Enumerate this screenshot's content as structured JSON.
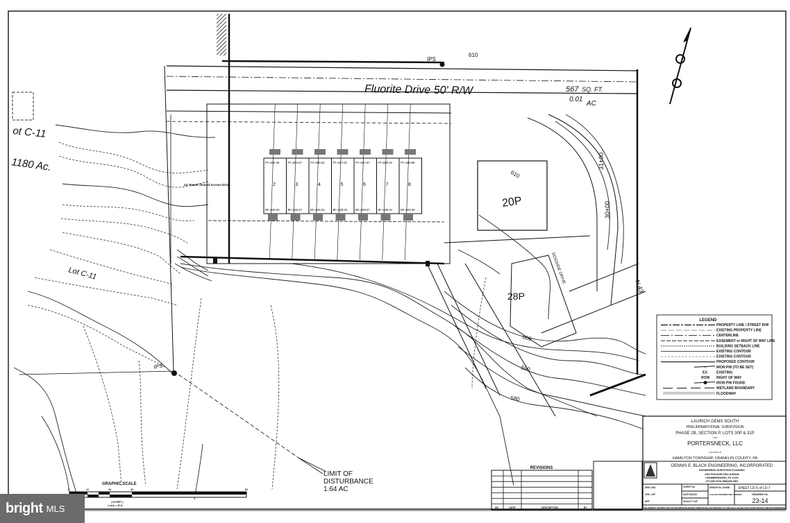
{
  "plan": {
    "street_label": "Fluorite Drive 50' R/W",
    "lot_c11_top": "ot C-11",
    "lot_c11_area": "1180 Ac.",
    "lot_c11_lower": "Lot C-11",
    "ips_label_top": "IPS",
    "ips_label_bottom": "IPS",
    "contour_610_top": "610",
    "contour_610_right": "610",
    "contour_600": "600",
    "contour_590": "590",
    "contour_580": "580",
    "parcel_20p": "20P",
    "parcel_28p": "28P",
    "drive_label": "DOGSIDE DRIVE",
    "station_1": "30+00",
    "station_2": "31+00",
    "bearing_label": "N 43",
    "area_label_1": "567",
    "area_label_2": "SQ. FT.",
    "area_label_3": "0.01",
    "area_label_4": "AC",
    "limit_line1": "LIMIT OF",
    "limit_line2": "DISTURBANCE",
    "limit_line3": "1.64 AC",
    "shared_drive": "24' Paved Shared Access Drive",
    "lots": [
      {
        "num": "2",
        "ff": "FF=604.00",
        "bf": "BF=595.00"
      },
      {
        "num": "3",
        "ff": "FF=604.67",
        "bf": "BF=596.67"
      },
      {
        "num": "4",
        "ff": "FF=605.84",
        "bf": "BF=596.84"
      },
      {
        "num": "5",
        "ff": "FF=607.00",
        "bf": "BF=598.00"
      },
      {
        "num": "6",
        "ff": "FF=607.67",
        "bf": "BF=598.67"
      },
      {
        "num": "7",
        "ff": "FF=608.34",
        "bf": "BF=599.34"
      },
      {
        "num": "8",
        "ff": "FF=609.88",
        "bf": "BF=600.68"
      }
    ]
  },
  "graphic_scale": {
    "title": "GRAPHIC SCALE",
    "ticks": [
      "0",
      "10",
      "20",
      "40",
      "80"
    ],
    "unit": "( IN FEET )",
    "ratio": "1 inch = 20 ft."
  },
  "legend": {
    "title": "LEGEND",
    "items": [
      "PROPERTY LINE / STREET R/W",
      "EXISTING PROPERTY LINE",
      "CENTERLINE",
      "EASEMENT or RIGHT OF WAY LINE",
      "BUILDING SETBACK LINE",
      "EXISTING CONTOUR",
      "EXISTING CONTOUR",
      "PROPOSED CONTOUR",
      "IRON PIN (TO BE SET)",
      "EXISTING",
      "RIGHT OF WAY",
      "IRON PIN FOUND",
      "WETLAND BOUNDARY",
      "FLOODWAY"
    ],
    "abbr_ex": "EX.",
    "abbr_row": "ROW",
    "wetland_mark": "W"
  },
  "revisions": {
    "title": "REVISIONS",
    "columns": [
      "NO.",
      "DATE",
      "DESCRIPTION",
      "BY"
    ]
  },
  "title_block": {
    "project": "LAURICH GEMS SOUTH",
    "subtitle": "PRELIMINARY/FINAL SUBDIVISION",
    "phase": "PHASE 2B, SECTION P, LOTS 30P & 31P",
    "for_label": "FOR",
    "client": "PORTERSNECK, LLC",
    "located_label": "LOCATED IN",
    "location": "HAMILTON TOWNSHIP, FRANKLIN COUNTY, PA",
    "firm": "DENNIS E. BLACK ENGINEERING, INCORPORATED",
    "services": "ENGINEERING-SURVEYING-PLANNING",
    "address1": "2400 PHILADELPHIA AVENUE",
    "address2": "CHAMBERSBURG, PA 17201",
    "phone": "(717)263-8794   (888)238-0661",
    "drn": "DRN. DAD",
    "chk": "CHK. LDF",
    "app": "APP.",
    "client_no": "CLIENT No.",
    "date": "DATE  8/21/23",
    "scale": "SCALE  1\"=20'",
    "group_no": "GROUP No. 220026",
    "autocad": "AutoCAD DRAWING REF. NUMBER",
    "sheet": "SHEET LD-5 of LD-7",
    "drawing_no_label": "DRAWING No.",
    "drawing_no": "23-14",
    "disclaimer": "THE ORIGINAL DRAWING AND THE INFORMATION SHOWN THEREON ARE THE PROPERTY OF AND SHALL NOT BE DUPLICATED WITHOUT WRITTEN PERMISSION"
  },
  "watermark": {
    "brand": "bright",
    "suffix": "MLS"
  }
}
